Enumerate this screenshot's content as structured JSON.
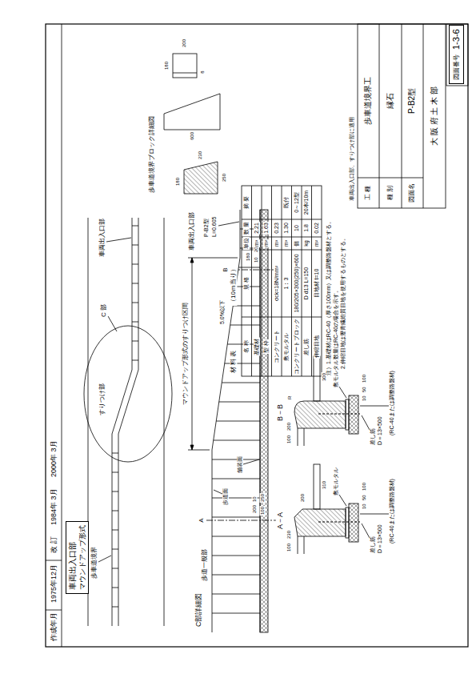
{
  "diagram": {
    "nodes": [
      {
        "text": [
          "車両出入口部",
          "マウンドアップ形式"
        ]
      },
      {
        "text": [
          "図面番号",
          "1-3-6"
        ]
      }
    ],
    "labels": [
      "作成年月",
      "1975年12月",
      "改 訂",
      "1984年 3月",
      "2000年 3月",
      "歩車道境界",
      "すりつけ部",
      "C 部",
      "車両出入口部",
      "C部詳細図",
      "歩道一般部",
      "マウンドアップ形式のすりつけ区間",
      "車両出入口部",
      "歩道面",
      "舗装面",
      "5.0%以下",
      "A",
      "B",
      "P-B2型",
      "L=0.605",
      "200",
      "100",
      "250",
      "10",
      "180",
      "10",
      "200",
      "A－A",
      "100",
      "230",
      "敷モルタル",
      "200",
      "310",
      "10",
      "50",
      "100",
      "(RC-40または調整路盤材)",
      "差し筋",
      "D＝13×500",
      "B－B",
      "100",
      "200",
      "R",
      "敷モルタル",
      "300",
      "10",
      "50",
      "100",
      "(RC-40または調整路盤材)",
      "差し筋",
      "D＝13×500",
      "材 料 表",
      "（10ｍ当り）",
      "名 称",
      "規 格",
      "単位",
      "数 量",
      "摘 要",
      "基礎材",
      "m³",
      "2.21",
      "型 枠",
      "m²",
      "1.63",
      "コンクリート",
      "σck=18N/mm²",
      "m³",
      "0.23",
      "敷モルタル",
      "1：3",
      "m³",
      "1.30",
      "既付",
      "コンクリートブロック",
      "180/205×300(250)×600",
      "個",
      "10",
      "0～12型",
      "差し筋",
      "D d13 L=150",
      "kg",
      "1.8",
      "20本/10m",
      "伸縮目地",
      "目地材 t=10",
      "m²",
      "0.02",
      "注）1.基礎材はRC-40（厚さ100mm）又は調整路盤材とする。",
      "数量はRC-40の場合を示す。",
      "2.伸縮目地は瀝青繊維質目地を使用するものとする。",
      "車両出入口部、すりつけ部に適用",
      "工 種",
      "歩車道境界工",
      "種 別",
      "縁石",
      "図面名",
      "P-B2型",
      "大 阪 府 土 木 部",
      "歩車道境界ブロック詳細図",
      "180",
      "250",
      "230",
      "600",
      "180",
      "200",
      "8"
    ]
  }
}
